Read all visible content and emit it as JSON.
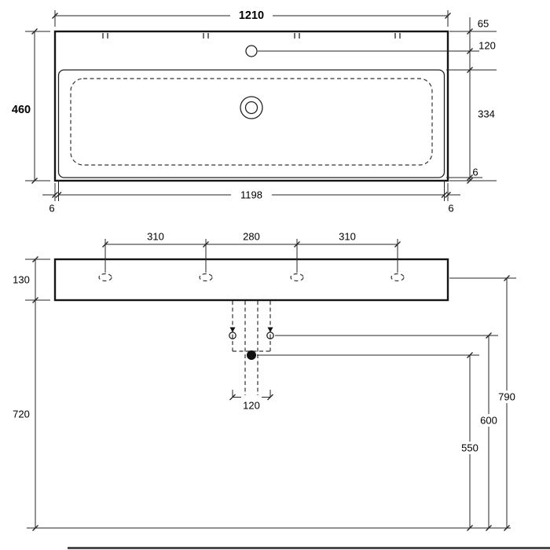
{
  "colors": {
    "line": "#151515",
    "dimension": "#262626",
    "background": "#ffffff"
  },
  "icons": {
    "tap_hole": "circle-outline",
    "drain": "concentric-circles",
    "fixing_bolt": "circle-with-down-arrow",
    "drain_outlet": "filled-circle",
    "tap_position_mark": "double-tick"
  },
  "top_view": {
    "overall_width": "1210",
    "overall_depth": "460",
    "tap_hole_offset": "65",
    "deck_depth": "120",
    "basin_depth": "334",
    "rim_right": "6",
    "inner_width": "1198",
    "rim_bottom_left": "6",
    "rim_bottom_right": "6"
  },
  "front_view": {
    "tap_spacing_left": "310",
    "tap_spacing_center": "280",
    "tap_spacing_right": "310",
    "front_height": "130",
    "underside_height": "720",
    "drain_width": "120",
    "drain_height": "550",
    "fixing_height": "600",
    "overall_height": "790"
  }
}
